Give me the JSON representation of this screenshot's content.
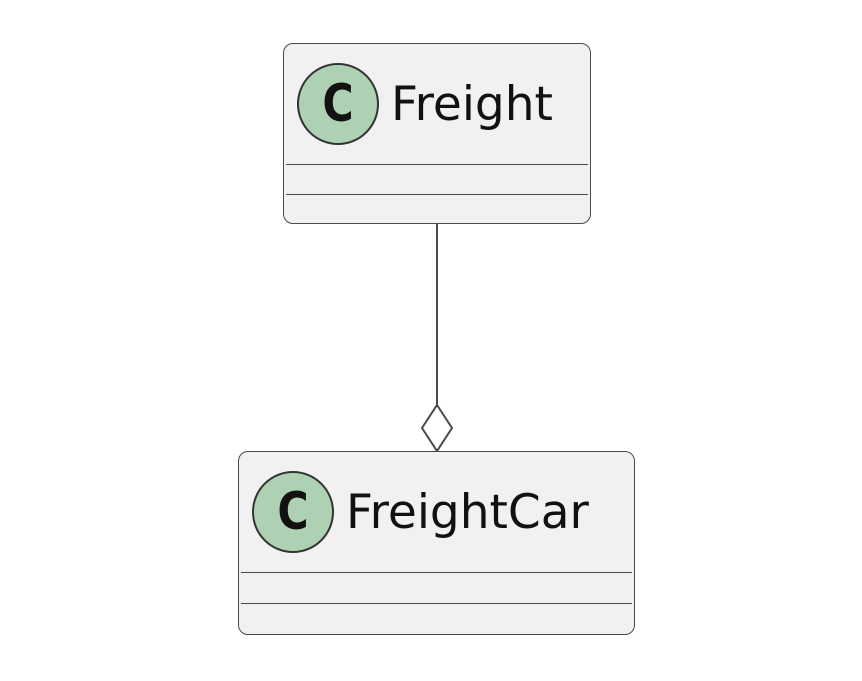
{
  "diagram": {
    "classes": [
      {
        "id": "freight",
        "stereotype_letter": "C",
        "name": "Freight"
      },
      {
        "id": "freightcar",
        "stereotype_letter": "C",
        "name": "FreightCar"
      }
    ],
    "relation": {
      "from": "Freight",
      "to": "FreightCar",
      "type": "aggregation"
    },
    "colors": {
      "box_fill": "#f1f1f1",
      "box_border": "#4a4a4a",
      "icon_fill": "#add1b2",
      "line": "#4a4a4a"
    }
  }
}
